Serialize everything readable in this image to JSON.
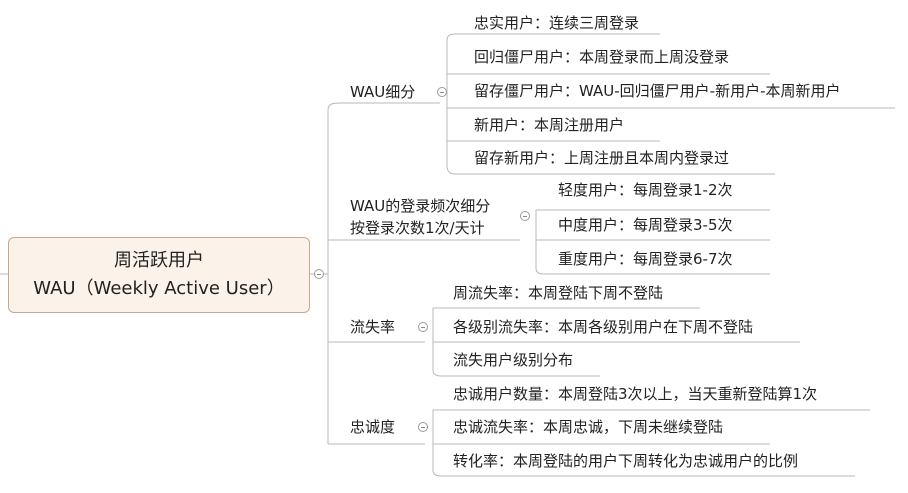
{
  "root": {
    "line1": "周活跃用户",
    "line2": "WAU（Weekly Active User）"
  },
  "branches": [
    {
      "label": "WAU细分",
      "children": [
        "忠实用户：连续三周登录",
        "回归僵尸用户：本周登录而上周没登录",
        "留存僵尸用户：WAU-回归僵尸用户-新用户-本周新用户",
        "新用户：本周注册用户",
        "留存新用户：上周注册且本周内登录过"
      ]
    },
    {
      "label_line1": "WAU的登录频次细分",
      "label_line2": "按登录次数1次/天计",
      "children": [
        "轻度用户：每周登录1-2次",
        "中度用户：每周登录3-5次",
        "重度用户：每周登录6-7次"
      ]
    },
    {
      "label": "流失率",
      "children": [
        "周流失率：本周登陆下周不登陆",
        "各级别流失率：本周各级别用户在下周不登陆",
        "流失用户级别分布"
      ]
    },
    {
      "label": "忠诚度",
      "children": [
        "忠诚用户数量：本周登陆3次以上，当天重新登陆算1次",
        "忠诚流失率：本周忠诚，下周未继续登陆",
        "转化率：本周登陆的用户下周转化为忠诚用户的比例"
      ]
    }
  ]
}
